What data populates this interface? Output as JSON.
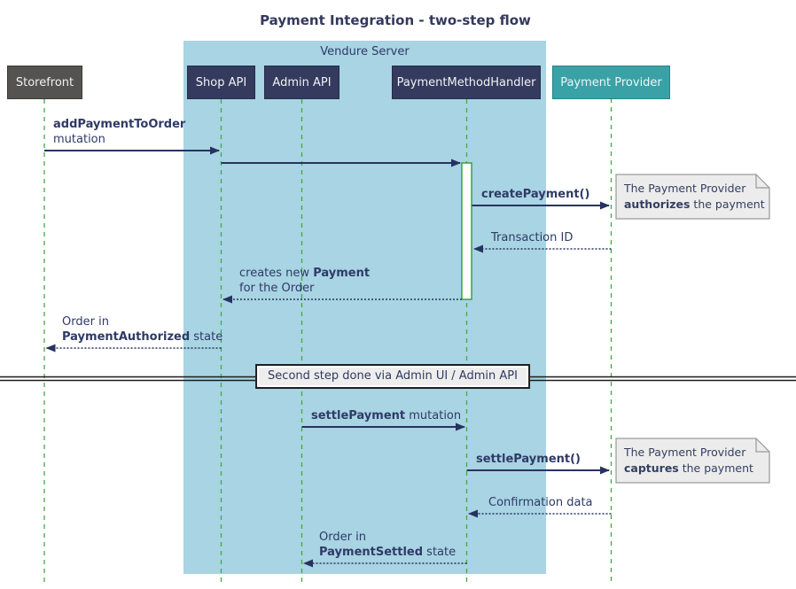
{
  "title": "Payment Integration - two-step flow",
  "frame": {
    "label": "Vendure Server"
  },
  "participants": {
    "storefront": {
      "label": "Storefront"
    },
    "shop_api": {
      "label": "Shop API"
    },
    "admin_api": {
      "label": "Admin API"
    },
    "payment_method_handler": {
      "label": "PaymentMethodHandler"
    },
    "payment_provider": {
      "label": "Payment Provider"
    }
  },
  "messages": {
    "add_payment_to_order": {
      "from": "Storefront",
      "to": "Shop API",
      "arrow": "solid",
      "line1_bold": "addPaymentToOrder",
      "line2": "mutation"
    },
    "forward_to_handler": {
      "from": "Shop API",
      "to": "PaymentMethodHandler",
      "arrow": "solid"
    },
    "create_payment": {
      "from": "PaymentMethodHandler",
      "to": "Payment Provider",
      "arrow": "solid",
      "line1_bold": "createPayment()"
    },
    "transaction_id": {
      "from": "Payment Provider",
      "to": "PaymentMethodHandler",
      "arrow": "dotted",
      "line1": "Transaction ID"
    },
    "creates_new_payment": {
      "from": "PaymentMethodHandler",
      "to": "Shop API",
      "arrow": "dotted",
      "line1_pre": "creates new ",
      "line1_bold": "Payment",
      "line2": "for the Order"
    },
    "order_payment_authorized": {
      "from": "Shop API",
      "to": "Storefront",
      "arrow": "dotted",
      "line1": "Order in",
      "line2_bold": "PaymentAuthorized",
      "line2_rest": " state"
    },
    "settle_payment_mutation": {
      "from": "Admin API",
      "to": "PaymentMethodHandler",
      "arrow": "solid",
      "line1_bold": "settlePayment",
      "line1_rest": " mutation"
    },
    "settle_payment_call": {
      "from": "PaymentMethodHandler",
      "to": "Payment Provider",
      "arrow": "solid",
      "line1_bold": "settlePayment()"
    },
    "confirmation_data": {
      "from": "Payment Provider",
      "to": "PaymentMethodHandler",
      "arrow": "dotted",
      "line1": "Confirmation data"
    },
    "order_payment_settled": {
      "from": "PaymentMethodHandler",
      "to": "Admin API",
      "arrow": "dotted",
      "line1": "Order in",
      "line2_bold": "PaymentSettled",
      "line2_rest": " state"
    }
  },
  "divider": {
    "label": "Second step done via Admin UI / Admin API"
  },
  "notes": {
    "authorizes": {
      "line1": "The Payment Provider",
      "line2_bold": "authorizes",
      "line2_rest": " the payment"
    },
    "captures": {
      "line1": "The Payment Provider",
      "line2_bold": "captures",
      "line2_rest": " the payment"
    }
  },
  "colors": {
    "frame_fill": "#A8D4E3",
    "participant_navy": "#343B5E",
    "storefront_gray": "#555351",
    "provider_teal": "#3AA2A6",
    "lifeline_green": "#45A745",
    "arrow_navy": "#26335F",
    "text_navy": "#2F3A66",
    "note_fill": "#ECECEC",
    "divider_box_fill": "#EDEDED"
  }
}
